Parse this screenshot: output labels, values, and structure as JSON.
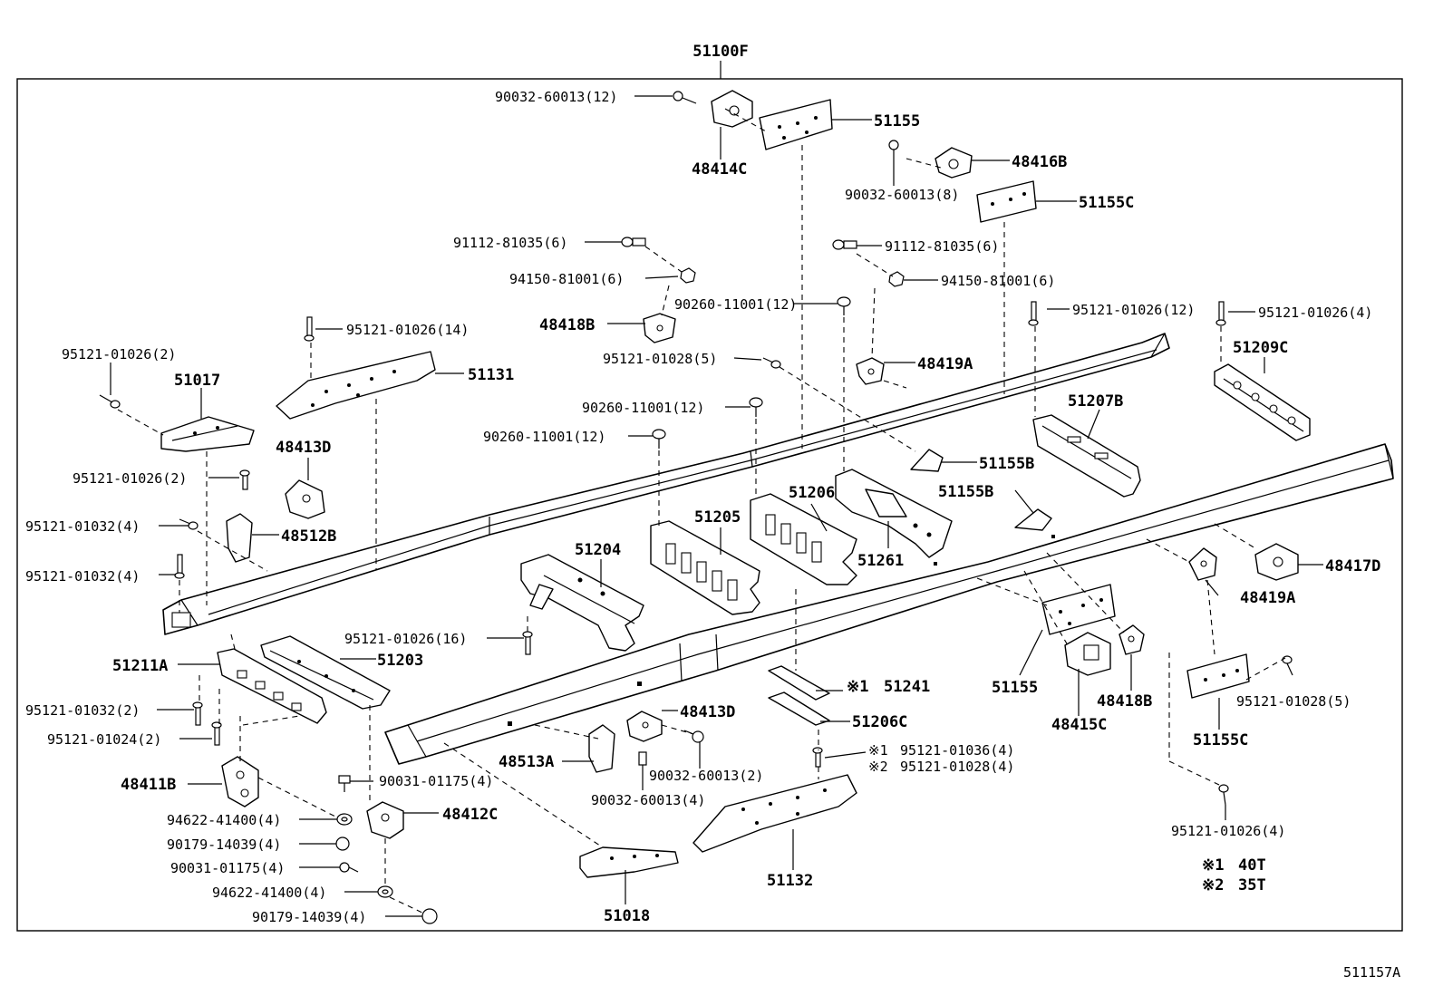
{
  "header": {
    "title": "51100F"
  },
  "footer": {
    "ref_code": "511157A"
  },
  "legend": [
    {
      "mark": "※1",
      "value": "40T"
    },
    {
      "mark": "※2",
      "value": "35T"
    }
  ],
  "parts": {
    "p51155_top": "51155",
    "p48414C": "48414C",
    "p48416B": "48416B",
    "p51155C_top": "51155C",
    "p48418B_top": "48418B",
    "p48419A_top": "48419A",
    "p51209C": "51209C",
    "p51131": "51131",
    "p51017": "51017",
    "p48413D_left": "48413D",
    "p48512B": "48512B",
    "p51155B_mid": "51155B",
    "p51207B": "51207B",
    "p51206": "51206",
    "p51155B_right": "51155B",
    "p51205": "51205",
    "p51261": "51261",
    "p51204": "51204",
    "p48417D": "48417D",
    "p48419A_right": "48419A",
    "p51211A": "51211A",
    "p51203": "51203",
    "p51241_mark": "※1",
    "p51241": "51241",
    "p51155_bottom": "51155",
    "p48418B_bottom": "48418B",
    "p48413D_center": "48413D",
    "p51206C": "51206C",
    "p48415C": "48415C",
    "p51155C_bottom": "51155C",
    "p48513A": "48513A",
    "p48411B": "48411B",
    "p48412C": "48412C",
    "p51132": "51132",
    "p51018": "51018"
  },
  "fasteners": {
    "f90032_60013_12": "90032-60013(12)",
    "f90032_60013_8": "90032-60013(8)",
    "f91112_81035_6_left": "91112-81035(6)",
    "f91112_81035_6_right": "91112-81035(6)",
    "f94150_81001_6_left": "94150-81001(6)",
    "f94150_81001_6_right": "94150-81001(6)",
    "f90260_11001_12_a": "90260-11001(12)",
    "f95121_01026_12": "95121-01026(12)",
    "f95121_01026_4_top": "95121-01026(4)",
    "f95121_01026_14": "95121-01026(14)",
    "f95121_01026_2_a": "95121-01026(2)",
    "f95121_01028_5_top": "95121-01028(5)",
    "f90260_11001_12_b": "90260-11001(12)",
    "f90260_11001_12_c": "90260-11001(12)",
    "f95121_01026_2_b": "95121-01026(2)",
    "f95121_01032_4_a": "95121-01032(4)",
    "f95121_01032_4_b": "95121-01032(4)",
    "f95121_01026_16": "95121-01026(16)",
    "f95121_01032_2": "95121-01032(2)",
    "f95121_01028_5_bottom": "95121-01028(5)",
    "f95121_01024_2": "95121-01024(2)",
    "f95121_01036_4_mark": "※1",
    "f95121_01036_4": "95121-01036(4)",
    "f95121_01028_4_mark": "※2",
    "f95121_01028_4": "95121-01028(4)",
    "f90032_60013_2": "90032-60013(2)",
    "f90031_01175_4_a": "90031-01175(4)",
    "f90032_60013_4": "90032-60013(4)",
    "f94622_41400_4_a": "94622-41400(4)",
    "f90179_14039_4_a": "90179-14039(4)",
    "f90031_01175_4_b": "90031-01175(4)",
    "f94622_41400_4_b": "94622-41400(4)",
    "f90179_14039_4_b": "90179-14039(4)",
    "f95121_01026_4_bottom": "95121-01026(4)"
  }
}
